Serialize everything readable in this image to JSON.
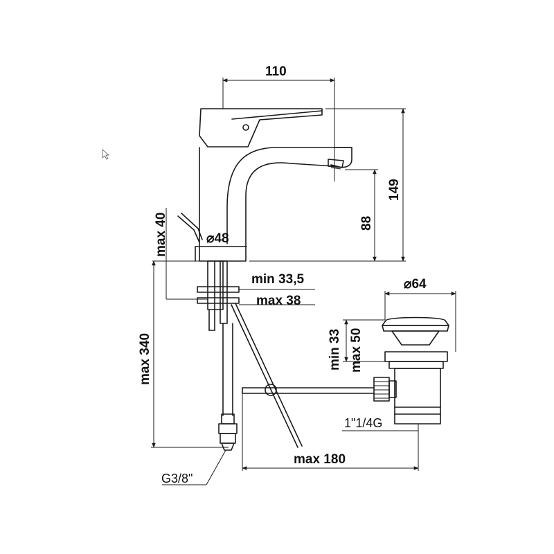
{
  "dimensions": {
    "spout_reach": "110",
    "total_height": "149",
    "spout_height": "88",
    "base_diameter": "⌀48",
    "lever_clearance": "max 40",
    "deck_thickness_min": "min 33,5",
    "deck_thickness_max": "max 38",
    "hose_length": "max 340",
    "waste_head_diameter": "⌀64",
    "waste_adjust_min": "min 33",
    "waste_adjust_max": "max 50",
    "pull_rod_length": "max 180",
    "waste_thread": "1\"1/4G",
    "hose_thread": "G3/8\""
  },
  "colors": {
    "line": "#1a1a1a",
    "background": "#ffffff"
  }
}
